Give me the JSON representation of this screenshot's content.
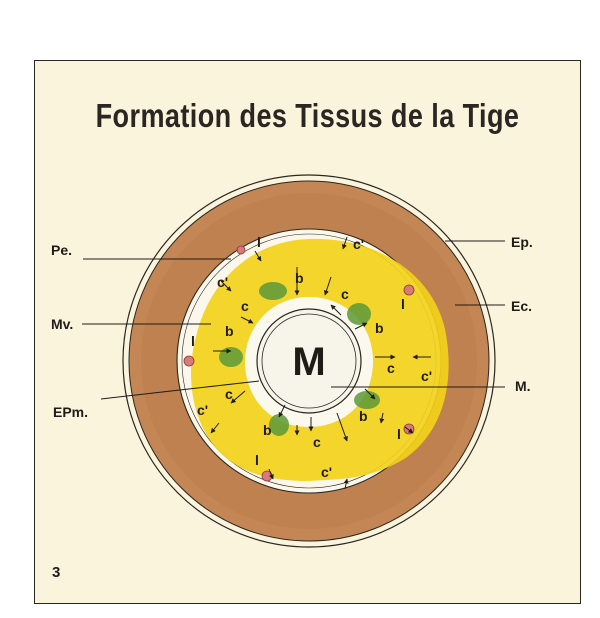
{
  "title": "Formation des Tissus de la Tige",
  "plate_number": "3",
  "labels": {
    "left": [
      "Pe.",
      "Mv.",
      "EPm."
    ],
    "right": [
      "Ep.",
      "Ec.",
      "M."
    ],
    "center": "M"
  },
  "inner_marks": {
    "l": "l",
    "b": "b",
    "c": "c",
    "c_prime": "c'"
  },
  "colors": {
    "paper": "#fbf4dd",
    "cortex": "#b9784a",
    "cambial_ring": "#f3d11a",
    "vessels": "#5c9a3a",
    "ink": "#1f1c18"
  }
}
